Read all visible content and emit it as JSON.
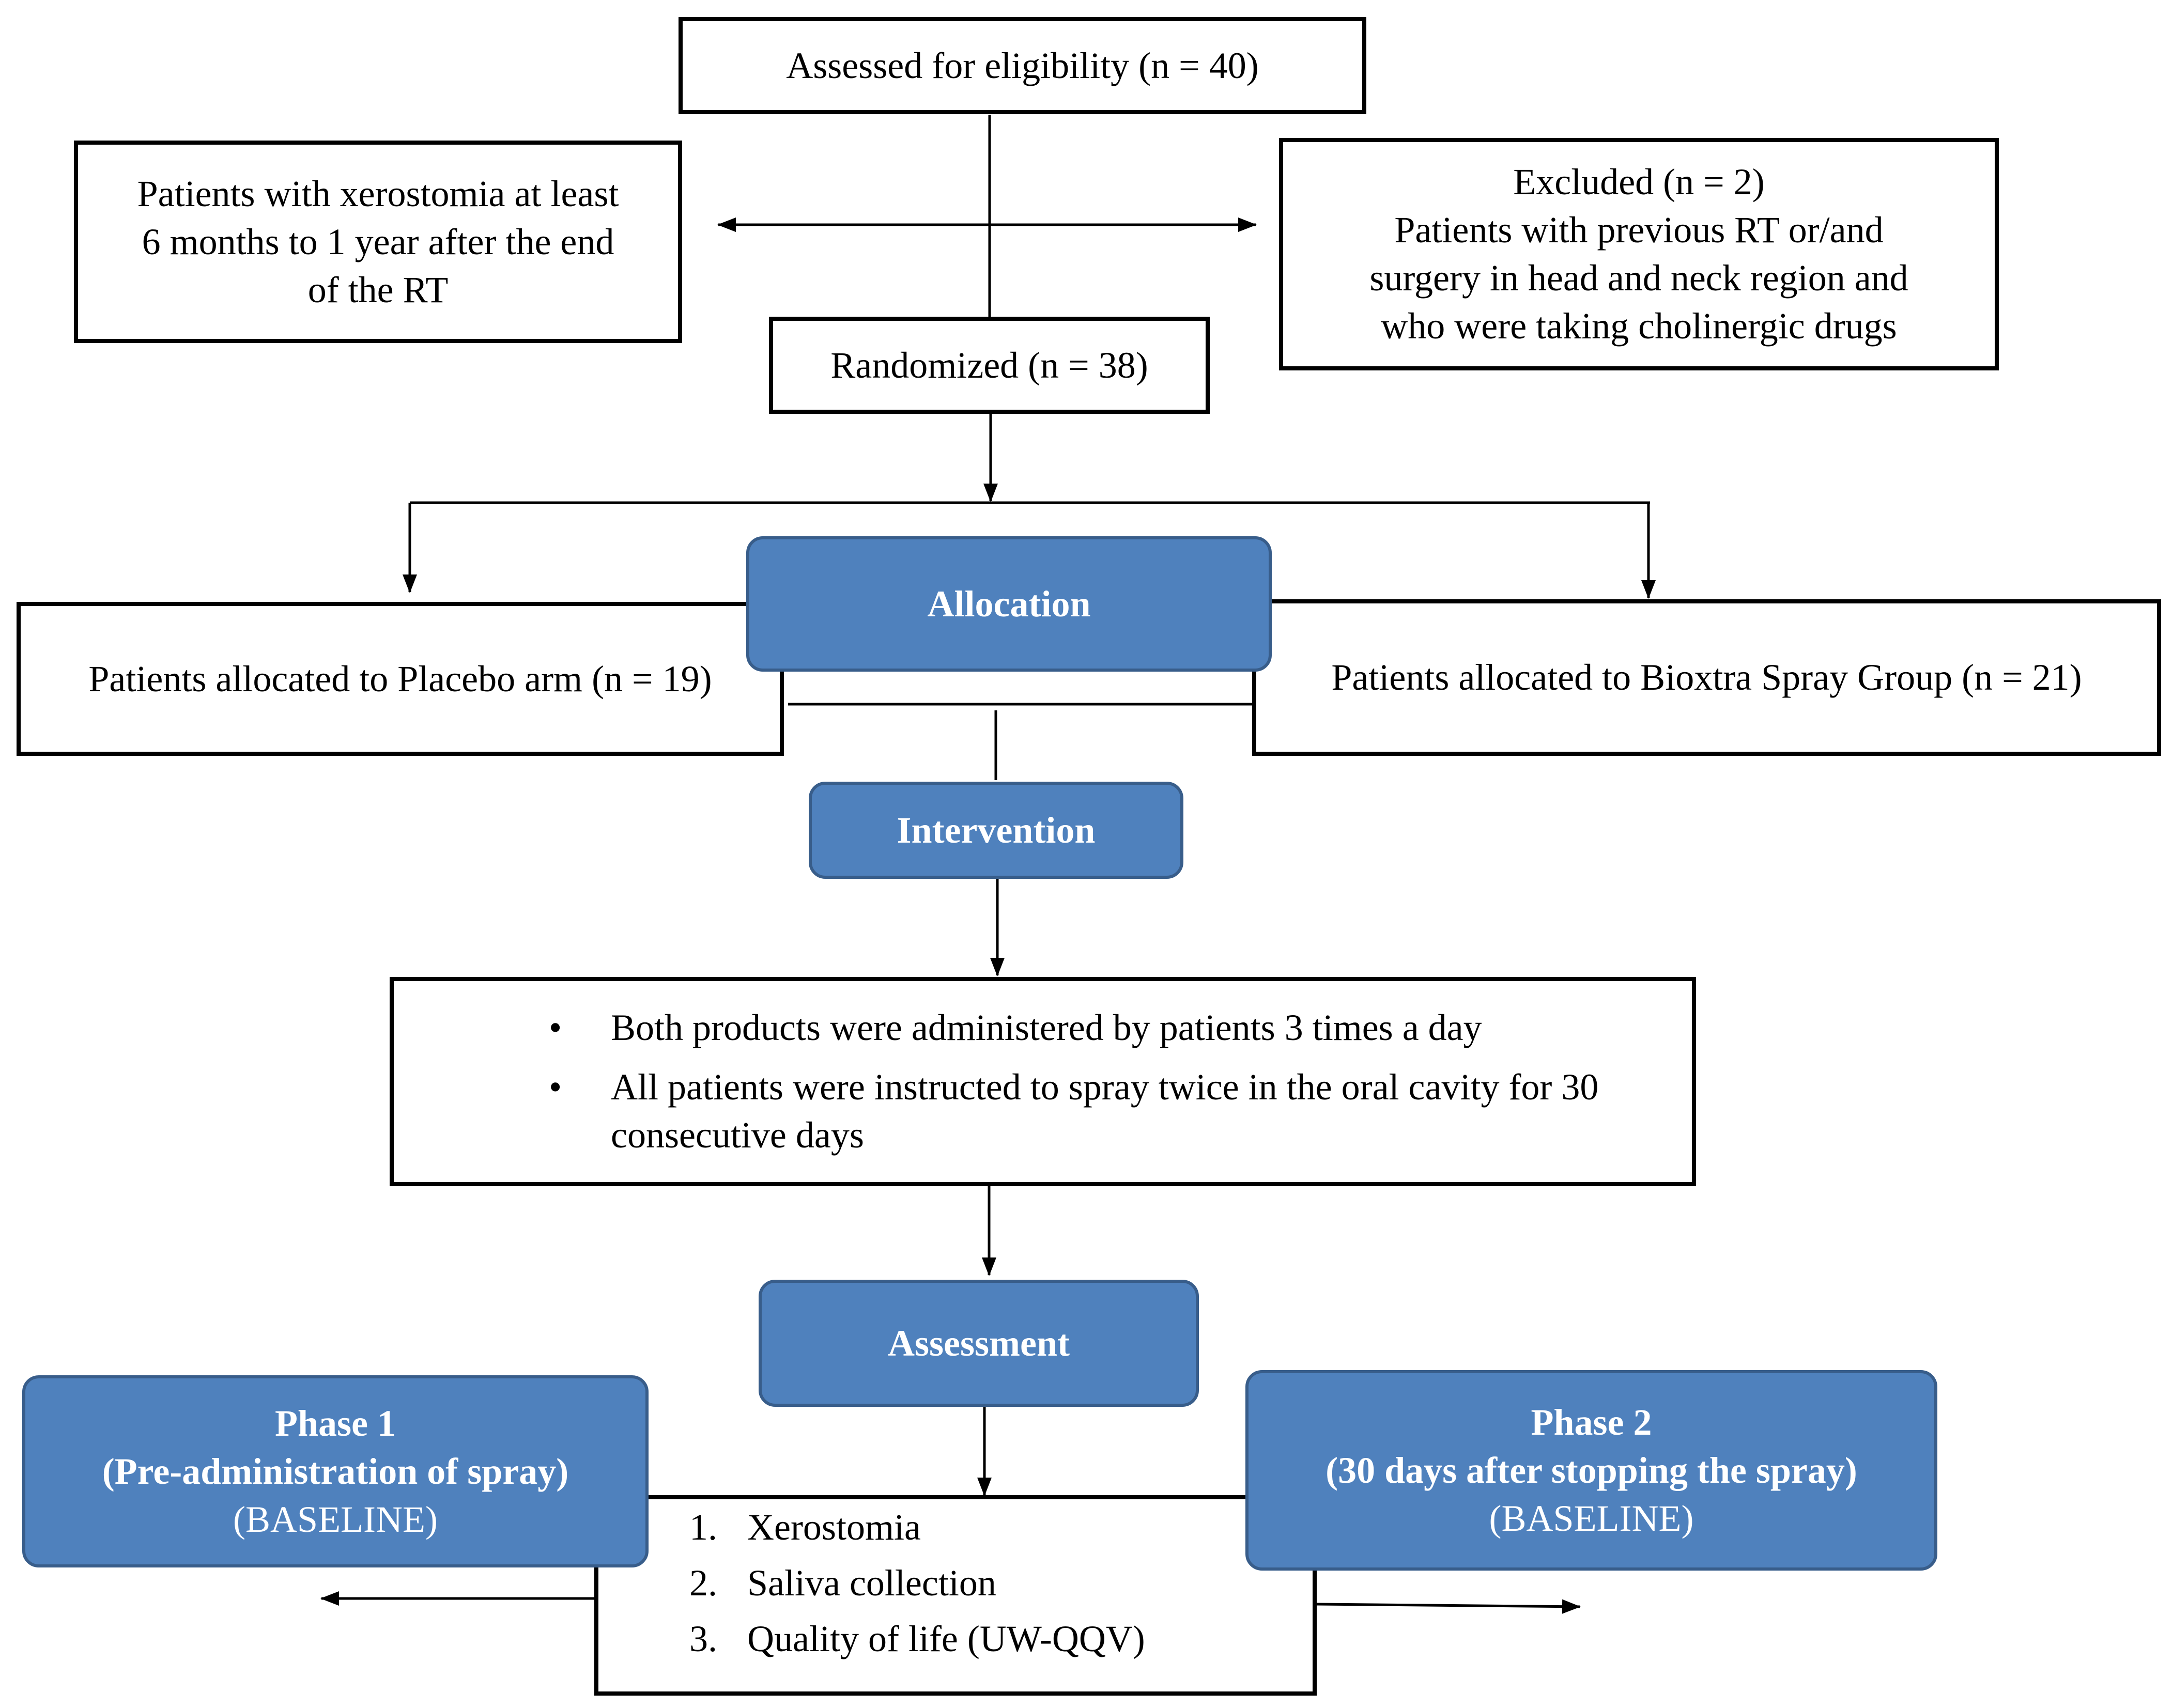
{
  "eligibility": {
    "label": "Assessed for eligibility (n = 40)"
  },
  "inclusion": {
    "lines": [
      "Patients with xerostomia at least",
      "6 months to 1 year after the end",
      "of the RT"
    ]
  },
  "excluded": {
    "lines": [
      "Excluded (n = 2)",
      "Patients with previous RT or/and",
      "surgery in head and neck region and",
      "who were taking cholinergic drugs"
    ]
  },
  "randomized": {
    "label": "Randomized (n = 38)"
  },
  "allocation": {
    "label": "Allocation"
  },
  "placebo": {
    "label": "Patients allocated to Placebo arm (n = 19)"
  },
  "bioxtra": {
    "label": "Patients allocated to Bioxtra Spray Group (n = 21)"
  },
  "intervention": {
    "label": "Intervention"
  },
  "protocol": {
    "bullets": [
      "Both products were administered by patients 3 times a day",
      "All patients were instructed to spray twice in the oral cavity for 30 consecutive days"
    ]
  },
  "assessment": {
    "label": "Assessment"
  },
  "outcomes": {
    "items": [
      {
        "num": "1.",
        "text": "Xerostomia"
      },
      {
        "num": "2.",
        "text": "Saliva collection"
      },
      {
        "num": "3.",
        "text": "Quality of life (UW-QQV)"
      }
    ]
  },
  "phase1": {
    "title": "Phase 1",
    "subtitle": "(Pre-administration of spray)",
    "note": "(BASELINE)"
  },
  "phase2": {
    "title": "Phase 2",
    "subtitle": "(30 days after stopping the spray)",
    "note": "(BASELINE)"
  },
  "colors": {
    "accent_fill": "#4f81bd",
    "accent_border": "#385d8a",
    "line": "#000000"
  }
}
